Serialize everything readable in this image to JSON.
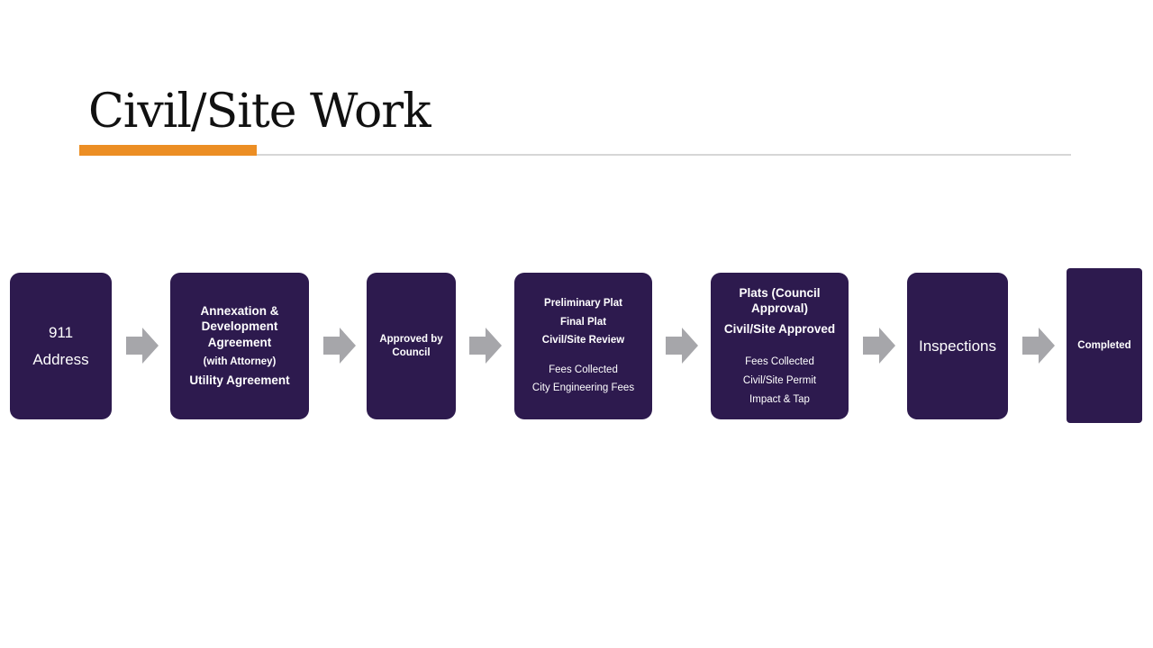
{
  "slide": {
    "title": "Civil/Site Work"
  },
  "colors": {
    "box": "#2d1a4e",
    "arrow": "#a6a6aa",
    "accent": "#ec8e24"
  },
  "steps": [
    {
      "id": "step-911-address",
      "lines": [
        "911",
        "Address"
      ]
    },
    {
      "id": "step-annexation",
      "lines": [
        "Annexation & Development Agreement",
        "(with Attorney)",
        "Utility Agreement"
      ]
    },
    {
      "id": "step-approved",
      "lines": [
        "Approved by Council"
      ]
    },
    {
      "id": "step-preliminary",
      "lines": [
        "Preliminary Plat",
        "Final Plat",
        "Civil/Site Review",
        "Fees Collected",
        "City Engineering Fees"
      ]
    },
    {
      "id": "step-plats",
      "lines": [
        "Plats (Council Approval)",
        "Civil/Site Approved",
        "Fees Collected",
        "Civil/Site Permit",
        "Impact & Tap"
      ]
    },
    {
      "id": "step-inspections",
      "lines": [
        "Inspections"
      ]
    },
    {
      "id": "step-completed",
      "lines": [
        "Completed"
      ]
    }
  ]
}
